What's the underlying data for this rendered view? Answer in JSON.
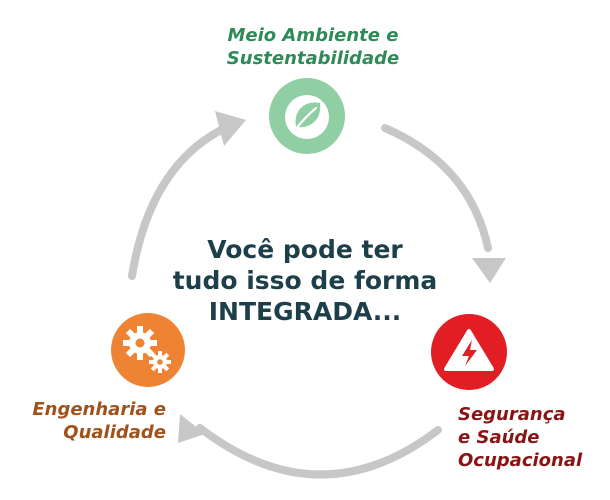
{
  "colors": {
    "arrow": "#c7c7c7",
    "environment": "#8fcfa3",
    "engineering": "#ee8433",
    "safety": "#e31d24",
    "center_text": "#1d3f49",
    "environment_label": "#2e8b57",
    "engineering_label": "#a0521d",
    "safety_label": "#8a1414"
  },
  "center": {
    "line1": "Você pode ter",
    "line2": "tudo isso de forma",
    "line3": "INTEGRADA..."
  },
  "nodes": {
    "environment": {
      "icon": "leaf-icon",
      "label_line1": "Meio Ambiente e",
      "label_line2": "Sustentabilidade"
    },
    "engineering": {
      "icon": "gears-icon",
      "label_line1": "Engenharia e",
      "label_line2": "Qualidade"
    },
    "safety": {
      "icon": "warning-lightning-icon",
      "label_line1": "Segurança",
      "label_line2": "e Saúde",
      "label_line3": "Ocupacional"
    }
  }
}
